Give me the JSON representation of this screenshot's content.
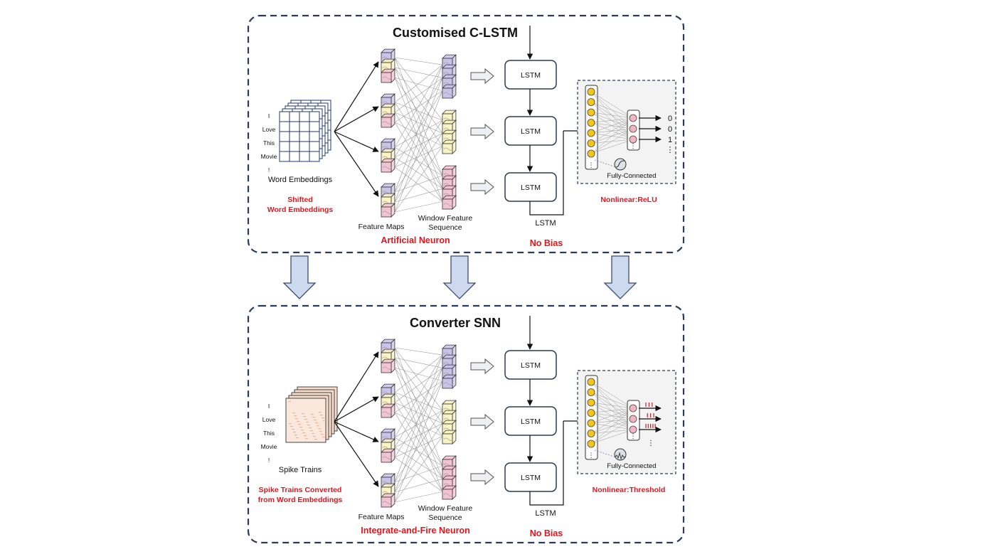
{
  "colors": {
    "frame": "#2a3a5a",
    "red_label": "#e8141b",
    "purple": "#c9c3e8",
    "yellow": "#faf3c4",
    "pink": "#f2c3d2",
    "neuron_yellow": "#f5c518",
    "neuron_pink": "#f2b5c5",
    "transfer_arrow": "#cdd9ee",
    "fc_background": "#f3f3f3",
    "spike_red": "#c0262c"
  },
  "icons": {
    "activation_top": "sigmoid-icon",
    "activation_bottom": "spike-wave-icon"
  },
  "top": {
    "title": "Customised C-LSTM",
    "input_words": [
      "I",
      "Love",
      "This",
      "Movie",
      "!"
    ],
    "input_label": "Word Embeddings",
    "input_note": [
      "Shifted",
      "Word Embeddings"
    ],
    "feature_maps": "Feature Maps",
    "window_feature": [
      "Window Feature",
      "Sequence"
    ],
    "lstm_label": "LSTM",
    "lstm_out": "LSTM",
    "fc_label": "Fully-Connected",
    "outputs": [
      "0",
      "0",
      "1",
      "⋮"
    ],
    "nonlinear": "Nonlinear:ReLU",
    "neuron": "Artificial Neuron",
    "bias": "No Bias"
  },
  "bottom": {
    "title": "Converter SNN",
    "input_words": [
      "I",
      "Love",
      "This",
      "Movie",
      "!"
    ],
    "input_label": "Spike Trains",
    "input_note": [
      "Spike Trains Converted",
      "from  Word Embeddings"
    ],
    "feature_maps": "Feature Maps",
    "window_feature": [
      "Window Feature",
      "Sequence"
    ],
    "lstm_label": "LSTM",
    "lstm_out": "LSTM",
    "fc_label": "Fully-Connected",
    "nonlinear": "Nonlinear:Threshold",
    "neuron": "Integrate-and-Fire Neuron",
    "bias": "No Bias"
  }
}
